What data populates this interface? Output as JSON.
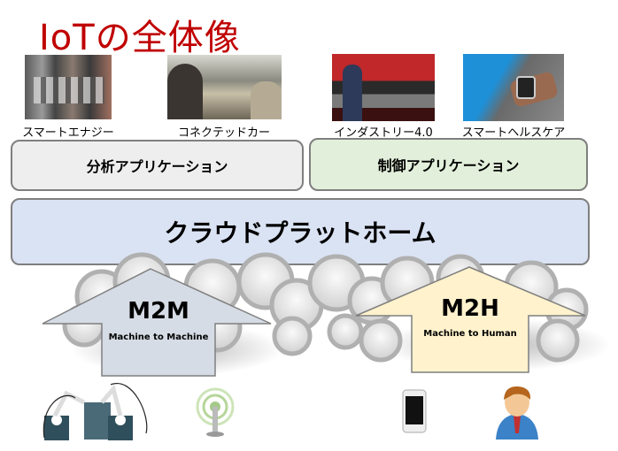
{
  "title": "IoTの全体像",
  "photos": [
    {
      "caption": "スマートエナジー",
      "icon": "smart-meter-photo"
    },
    {
      "caption": "コネクテッドカー",
      "icon": "car-interior-photo"
    },
    {
      "caption": "インダストリー4.0",
      "icon": "factory-worker-photo"
    },
    {
      "caption": "スマートヘルスケア",
      "icon": "smartwatch-photo"
    }
  ],
  "apps": {
    "analysis": "分析アプリケーション",
    "control": "制御アプリケーション"
  },
  "platform": "クラウドプラットホーム",
  "m2m": {
    "title": "M2M",
    "subtitle": "Machine to Machine"
  },
  "m2h": {
    "title": "M2H",
    "subtitle": "Machine to Human"
  },
  "colors": {
    "title": "#c00000",
    "analysis": "#eeeeee",
    "control": "#e2efda",
    "platform": "#dae3f3",
    "m2m": "#d6dce5",
    "m2h": "#fff2cc"
  }
}
